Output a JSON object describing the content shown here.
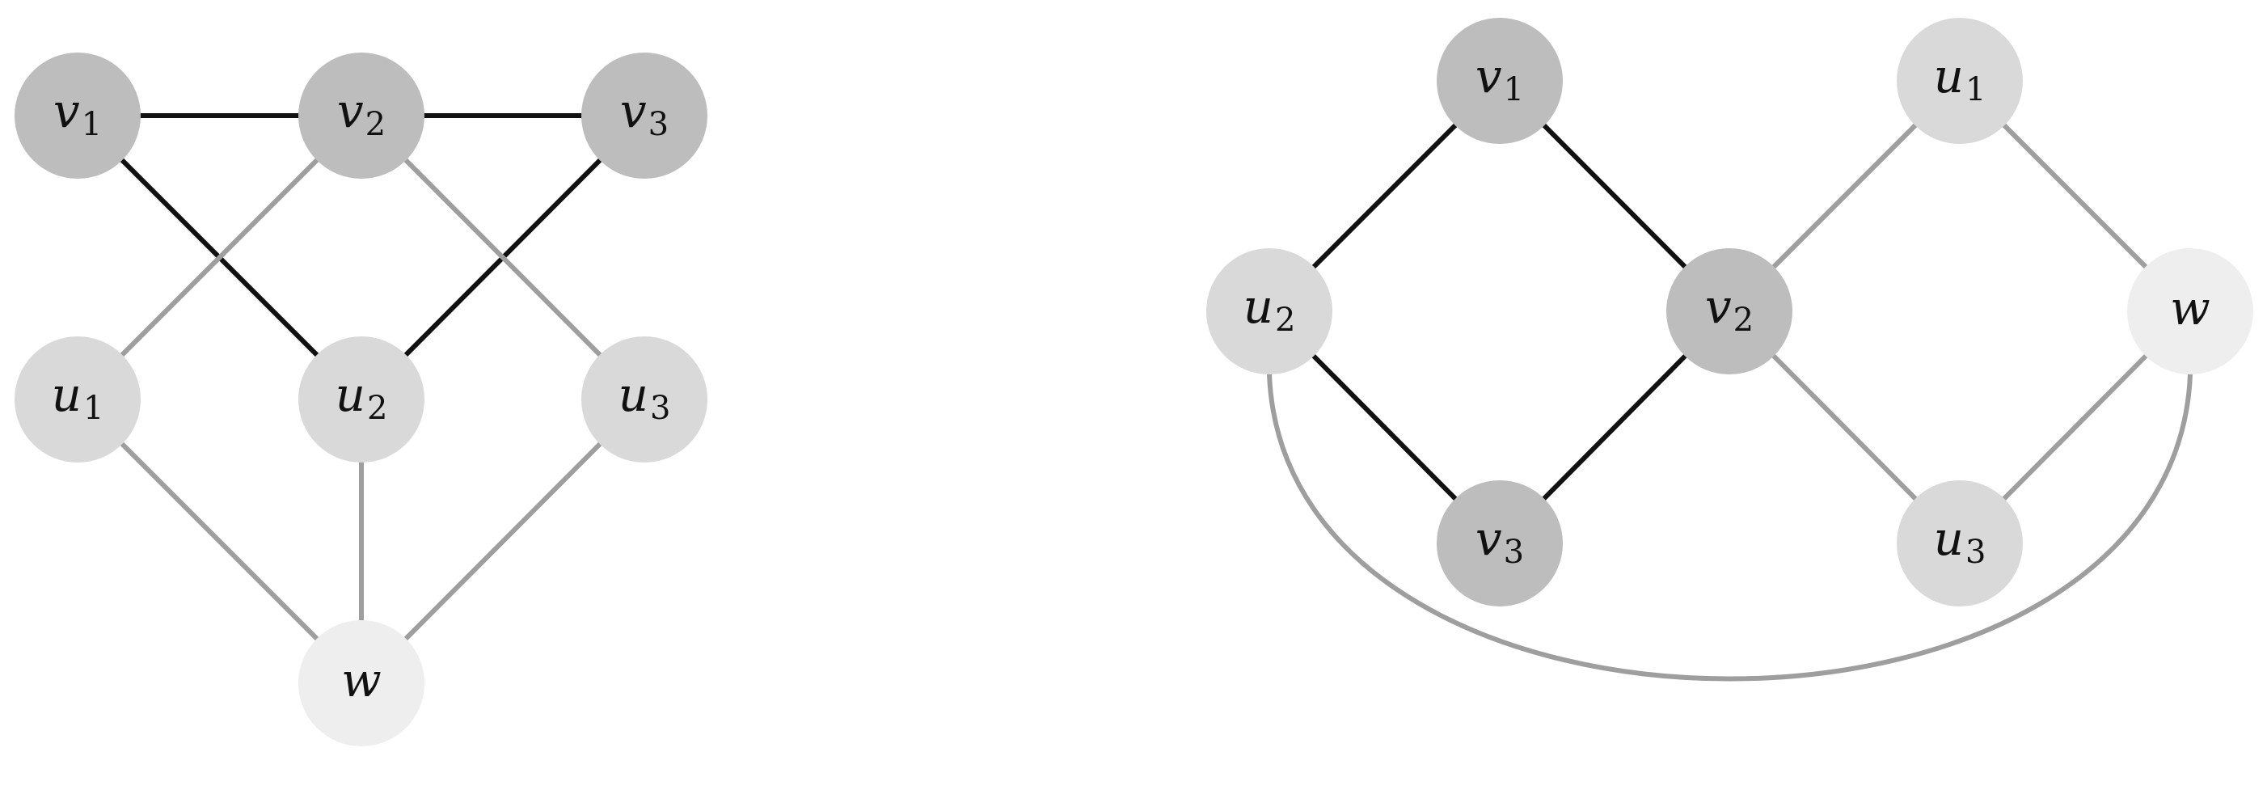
{
  "colors": {
    "v_fill": "#bdbdbd",
    "u_fill": "#d9d9d9",
    "w_fill": "#eeeeee",
    "edge_black": "#111111",
    "edge_gray": "#9e9e9e",
    "text": "#111111"
  },
  "graphs": [
    {
      "id": "left",
      "nodes": [
        {
          "id": "v1",
          "letter": "v",
          "sub": "1",
          "kind": "v"
        },
        {
          "id": "v2",
          "letter": "v",
          "sub": "2",
          "kind": "v"
        },
        {
          "id": "v3",
          "letter": "v",
          "sub": "3",
          "kind": "v"
        },
        {
          "id": "u1",
          "letter": "u",
          "sub": "1",
          "kind": "u"
        },
        {
          "id": "u2",
          "letter": "u",
          "sub": "2",
          "kind": "u"
        },
        {
          "id": "u3",
          "letter": "u",
          "sub": "3",
          "kind": "u"
        },
        {
          "id": "w",
          "letter": "w",
          "sub": "",
          "kind": "w"
        }
      ],
      "edges": [
        {
          "from": "v1",
          "to": "v2",
          "color": "black"
        },
        {
          "from": "v2",
          "to": "v3",
          "color": "black"
        },
        {
          "from": "v1",
          "to": "u2",
          "color": "black"
        },
        {
          "from": "v3",
          "to": "u2",
          "color": "black"
        },
        {
          "from": "v2",
          "to": "u1",
          "color": "gray"
        },
        {
          "from": "v2",
          "to": "u3",
          "color": "gray"
        },
        {
          "from": "u1",
          "to": "w",
          "color": "gray"
        },
        {
          "from": "u2",
          "to": "w",
          "color": "gray"
        },
        {
          "from": "u3",
          "to": "w",
          "color": "gray"
        }
      ]
    },
    {
      "id": "right",
      "nodes": [
        {
          "id": "v1",
          "letter": "v",
          "sub": "1",
          "kind": "v"
        },
        {
          "id": "u1",
          "letter": "u",
          "sub": "1",
          "kind": "u"
        },
        {
          "id": "u2",
          "letter": "u",
          "sub": "2",
          "kind": "u"
        },
        {
          "id": "v2",
          "letter": "v",
          "sub": "2",
          "kind": "v"
        },
        {
          "id": "w",
          "letter": "w",
          "sub": "",
          "kind": "w"
        },
        {
          "id": "v3",
          "letter": "v",
          "sub": "3",
          "kind": "v"
        },
        {
          "id": "u3",
          "letter": "u",
          "sub": "3",
          "kind": "u"
        }
      ],
      "edges": [
        {
          "from": "u2",
          "to": "v1",
          "color": "black"
        },
        {
          "from": "v1",
          "to": "v2",
          "color": "black"
        },
        {
          "from": "u2",
          "to": "v3",
          "color": "black"
        },
        {
          "from": "v3",
          "to": "v2",
          "color": "black"
        },
        {
          "from": "v2",
          "to": "u1",
          "color": "gray"
        },
        {
          "from": "u1",
          "to": "w",
          "color": "gray"
        },
        {
          "from": "v2",
          "to": "u3",
          "color": "gray"
        },
        {
          "from": "u3",
          "to": "w",
          "color": "gray"
        },
        {
          "from": "u2",
          "to": "w",
          "color": "gray",
          "curved": true
        }
      ]
    }
  ]
}
